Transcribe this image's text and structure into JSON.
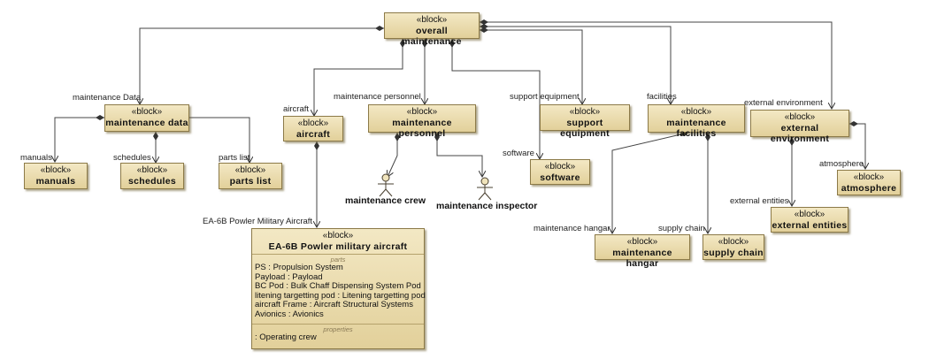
{
  "stereotype": "«block»",
  "blocks": {
    "overall": "overall maintenance",
    "maint_data": "maintenance data",
    "aircraft": "aircraft",
    "maint_personnel": "maintenance personnel",
    "support_equipment": "support equipment",
    "maint_facilities": "maintenance facilities",
    "external_env": "external environment",
    "manuals": "manuals",
    "schedules": "schedules",
    "parts_list": "parts list",
    "software": "software",
    "atmosphere": "atmosphere",
    "external_entities": "external entities",
    "maint_hangar": "maintenance hangar",
    "supply_chain": "supply chain",
    "ea6b": "EA-6B Powler military aircraft"
  },
  "role_labels": {
    "maint_data": "maintenance Data",
    "aircraft": "aircraft",
    "maint_personnel": "maintenance personnel",
    "support_equipment": "support equipment",
    "facilities": "facilities",
    "external_env": "external environment",
    "manuals": "manuals",
    "schedules": "schedules",
    "parts_list": "parts list",
    "software": "software",
    "atmosphere": "atmosphere",
    "external_entities": "external entities",
    "maint_hangar": "maintenance hangar",
    "supply_chain": "supply chain",
    "ea6b": "EA-6B Powler Military Aircraft"
  },
  "actors": {
    "crew": "maintenance crew",
    "inspector": "maintenance inspector"
  },
  "ea6b_parts": {
    "section_title": "parts",
    "lines": [
      "PS : Propulsion System",
      "Payload : Payload",
      "BC Pod : Bulk Chaff Dispensing System Pod",
      "litening targetting pod : Litening targetting pod",
      "aircraft Frame : Aircraft Structural Systems",
      "Avionics : Avionics"
    ]
  },
  "ea6b_properties": {
    "section_title": "properties",
    "lines": [
      ": Operating crew"
    ]
  }
}
